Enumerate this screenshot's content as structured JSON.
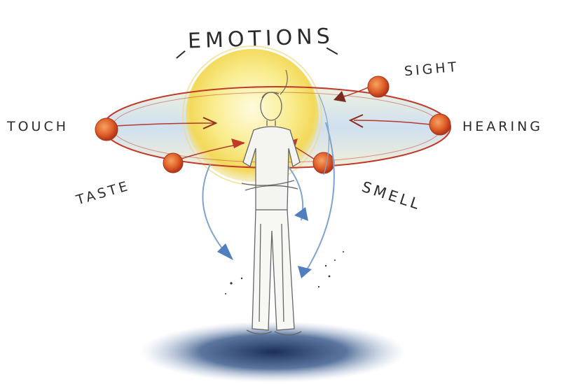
{
  "labels": {
    "emotions": "EMOTIONS",
    "sight": "SIGHT",
    "touch": "TOUCH",
    "hearing": "HEARING",
    "taste": "TASTE",
    "smell": "SMELL"
  },
  "colors": {
    "sun": "#f7e36a",
    "orbit": "#c0392b",
    "sense_ball": "#d9531e",
    "orbit_fill": "#a9c6e3",
    "arrow": "#7fa4cf",
    "shadow": "#1f3a66"
  }
}
